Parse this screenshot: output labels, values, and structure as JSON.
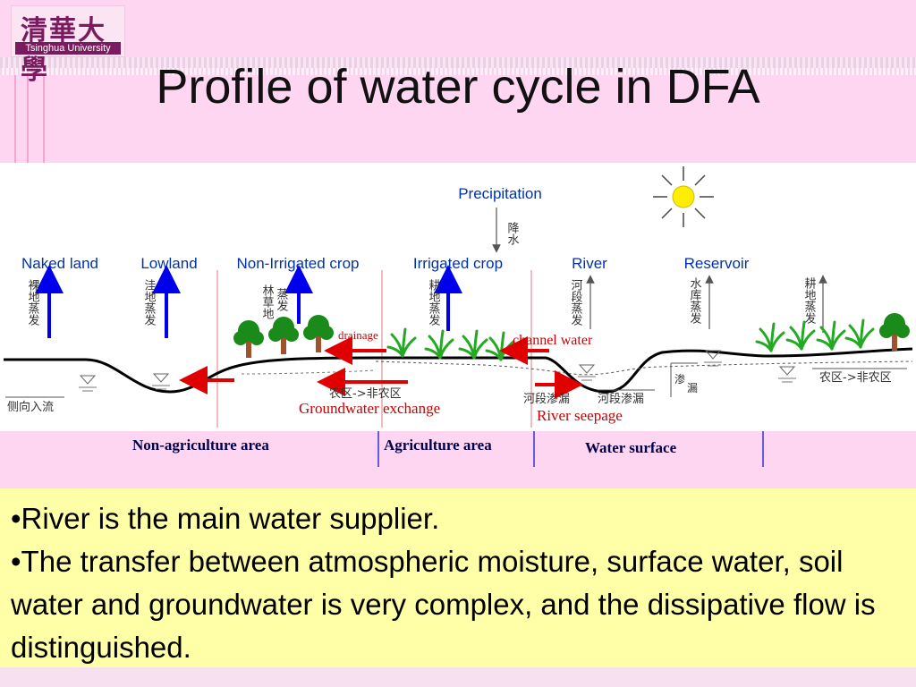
{
  "header": {
    "logo_cn": "清華大學",
    "logo_en": "Tsinghua University",
    "title": "Profile of water cycle in DFA"
  },
  "diagram": {
    "precipitation": "Precipitation",
    "precipitation_cn": "降水",
    "land_types": [
      "Naked land",
      "Lowland",
      "Non-Irrigated crop",
      "Irrigated crop",
      "River",
      "Reservoir"
    ],
    "evap_cn": {
      "naked": "裸地蒸发",
      "lowland": "洼地蒸发",
      "forest_line1": "林草地",
      "forest_line2": "蒸发",
      "cropland": "耕地蒸发",
      "river": "河段蒸发",
      "reservoir": "水库蒸发",
      "cropland2": "耕地蒸发"
    },
    "drainage": "drainage",
    "channel_water": "channel water",
    "lateral_inflow_cn": "侧向入流",
    "agri_to_nonagri_cn": "农区->非农区",
    "groundwater_exchange": "Groundwater exchange",
    "river_seepage_cn": "河段渗漏",
    "river_seepage": "River seepage",
    "seepage_cn_line1": "渗",
    "seepage_cn_line2": "漏",
    "zones": [
      "Non-agriculture area",
      "Agriculture area",
      "Water surface"
    ]
  },
  "bullets": [
    "•River is the main water supplier.",
    "•The transfer between atmospheric moisture, surface water, soil water and groundwater is very complex, and the dissipative flow is distinguished."
  ],
  "colors": {
    "pink_band": "#ffd6f1",
    "bullet_box": "#ffffa8",
    "blue_label": "#0033aa",
    "red_label": "#cc0000",
    "arrow_blue": "#0000ee",
    "arrow_red": "#e00000",
    "tree": "#1a8a1a",
    "trunk": "#a0522d",
    "sun": "#ffee00"
  },
  "icons": [
    "sun-icon",
    "tree-icon",
    "crop-icon",
    "water-level-icon"
  ]
}
